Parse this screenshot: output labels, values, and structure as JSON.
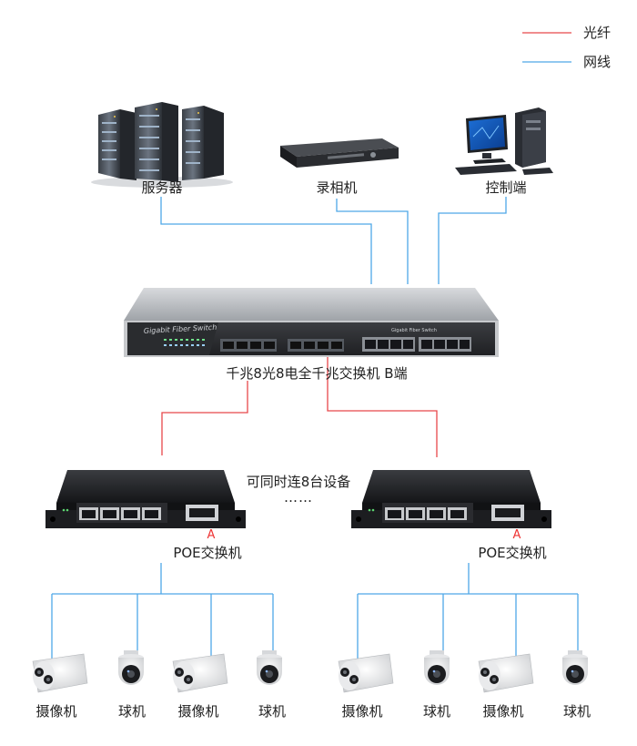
{
  "colors": {
    "fiber": "#e8474a",
    "network": "#4fa8e8"
  },
  "legend": {
    "fiber": "光纤",
    "network": "网线"
  },
  "top": {
    "server": "服务器",
    "recorder": "录相机",
    "control": "控制端"
  },
  "main_switch": {
    "face_label": "Gigabit Fiber Switch",
    "small_label": "Gigabit Fiber Switch",
    "caption": "千兆8光8电全千兆交换机 B端"
  },
  "middle": {
    "note": "可同时连8台设备",
    "dots": "……"
  },
  "poe": {
    "left": {
      "marker": "A",
      "caption": "POE交换机"
    },
    "right": {
      "marker": "A",
      "caption": "POE交换机"
    }
  },
  "cameras": {
    "left": [
      "摄像机",
      "球机",
      "摄像机",
      "球机"
    ],
    "right": [
      "摄像机",
      "球机",
      "摄像机",
      "球机"
    ]
  }
}
